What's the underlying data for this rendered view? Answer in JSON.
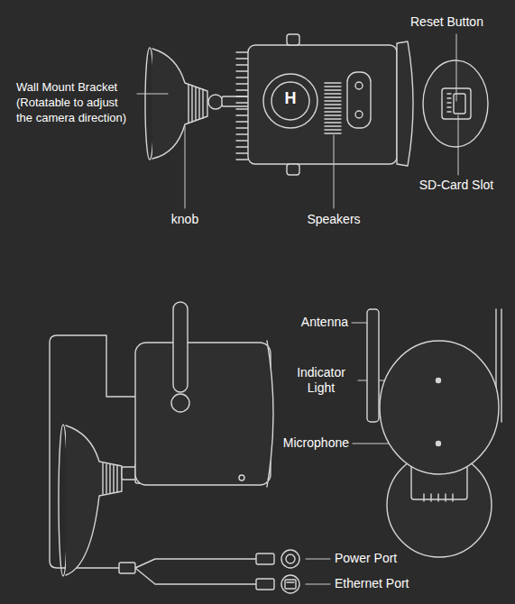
{
  "diagram": {
    "labels": [
      "Wall Mount Bracket (Rotatable to adjust the camera direction)",
      "H",
      "Reset Button",
      "knob",
      "Speakers",
      "SD-Card Slot",
      "Antenna",
      "Indicator Light",
      "Microphone",
      "Power Port",
      "Ethernet Port"
    ]
  }
}
